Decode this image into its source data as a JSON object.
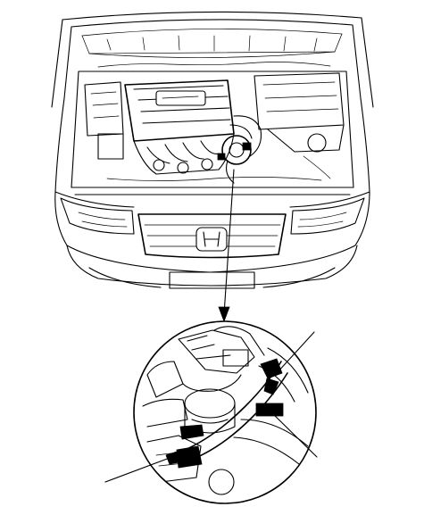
{
  "figure": {
    "subject": "car-front-engine-bay-with-open-hood",
    "detail_view": "magnified-connector-area",
    "callout_count": 3,
    "colors": {
      "line": "#000000",
      "background": "#ffffff",
      "highlight_fill": "#000000"
    }
  }
}
